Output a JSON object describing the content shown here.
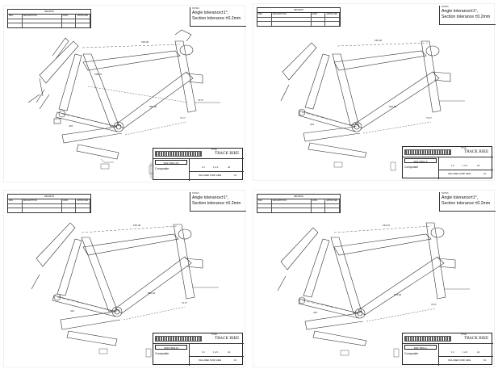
{
  "sheets": [
    {
      "revision_table": {
        "header": "REVISION",
        "cols": [
          "REV",
          "DESCRIPTION",
          "DATE",
          "APPROVED"
        ]
      },
      "notes": {
        "label": "NOTES",
        "line1": "Angle tolerance±1°,",
        "line2": "Section tolerance ±0.2mm"
      },
      "title_block": {
        "title_label": "TITLE",
        "title": "TRACK BIKE",
        "drawing_no": "WW-TR01-XS",
        "material": "Composite",
        "scale": "1:4",
        "sheet": "1 of 1",
        "size": "A4",
        "rev": "01",
        "note": "INCLUDED FORK HIDE"
      }
    },
    {
      "revision_table": {
        "header": "REVISION",
        "cols": [
          "REV",
          "DESCRIPTION",
          "DATE",
          "APPROVED"
        ]
      },
      "notes": {
        "label": "NOTES",
        "line1": "Angle tolerance±1°,",
        "line2": "Section tolerance ±0.2mm"
      },
      "title_block": {
        "title_label": "TITLE",
        "title": "TRACK BIKE",
        "drawing_no": "WW-TR01-S",
        "material": "Composite",
        "scale": "1:4",
        "sheet": "1 of 1",
        "size": "A4",
        "rev": "01",
        "note": "INCLUDED FORK HIDE"
      }
    },
    {
      "revision_table": {
        "header": "REVISION",
        "cols": [
          "REV",
          "DESCRIPTION",
          "DATE",
          "APPROVED"
        ]
      },
      "notes": {
        "label": "NOTES",
        "line1": "Angle tolerance±1°,",
        "line2": "Section tolerance ±0.2mm"
      },
      "title_block": {
        "title_label": "TITLE",
        "title": "TRACK BIKE",
        "drawing_no": "WW-TR01-M",
        "material": "Composite",
        "scale": "1:4",
        "sheet": "1 of 1",
        "size": "A4",
        "rev": "01",
        "note": "INCLUDED FORK HIDE"
      }
    },
    {
      "revision_table": {
        "header": "REVISION",
        "cols": [
          "REV",
          "DESCRIPTION",
          "DATE",
          "APPROVED"
        ]
      },
      "notes": {
        "label": "NOTES",
        "line1": "Angle tolerance±1°,",
        "line2": "Section tolerance ±0.2mm"
      },
      "title_block": {
        "title_label": "TITLE",
        "title": "TRACK BIKE",
        "drawing_no": "WW-TR01-L",
        "material": "Composite",
        "scale": "1:4",
        "sheet": "1 of 1",
        "size": "A4",
        "rev": "01",
        "note": "INCLUDED FORK HIDE"
      }
    }
  ]
}
